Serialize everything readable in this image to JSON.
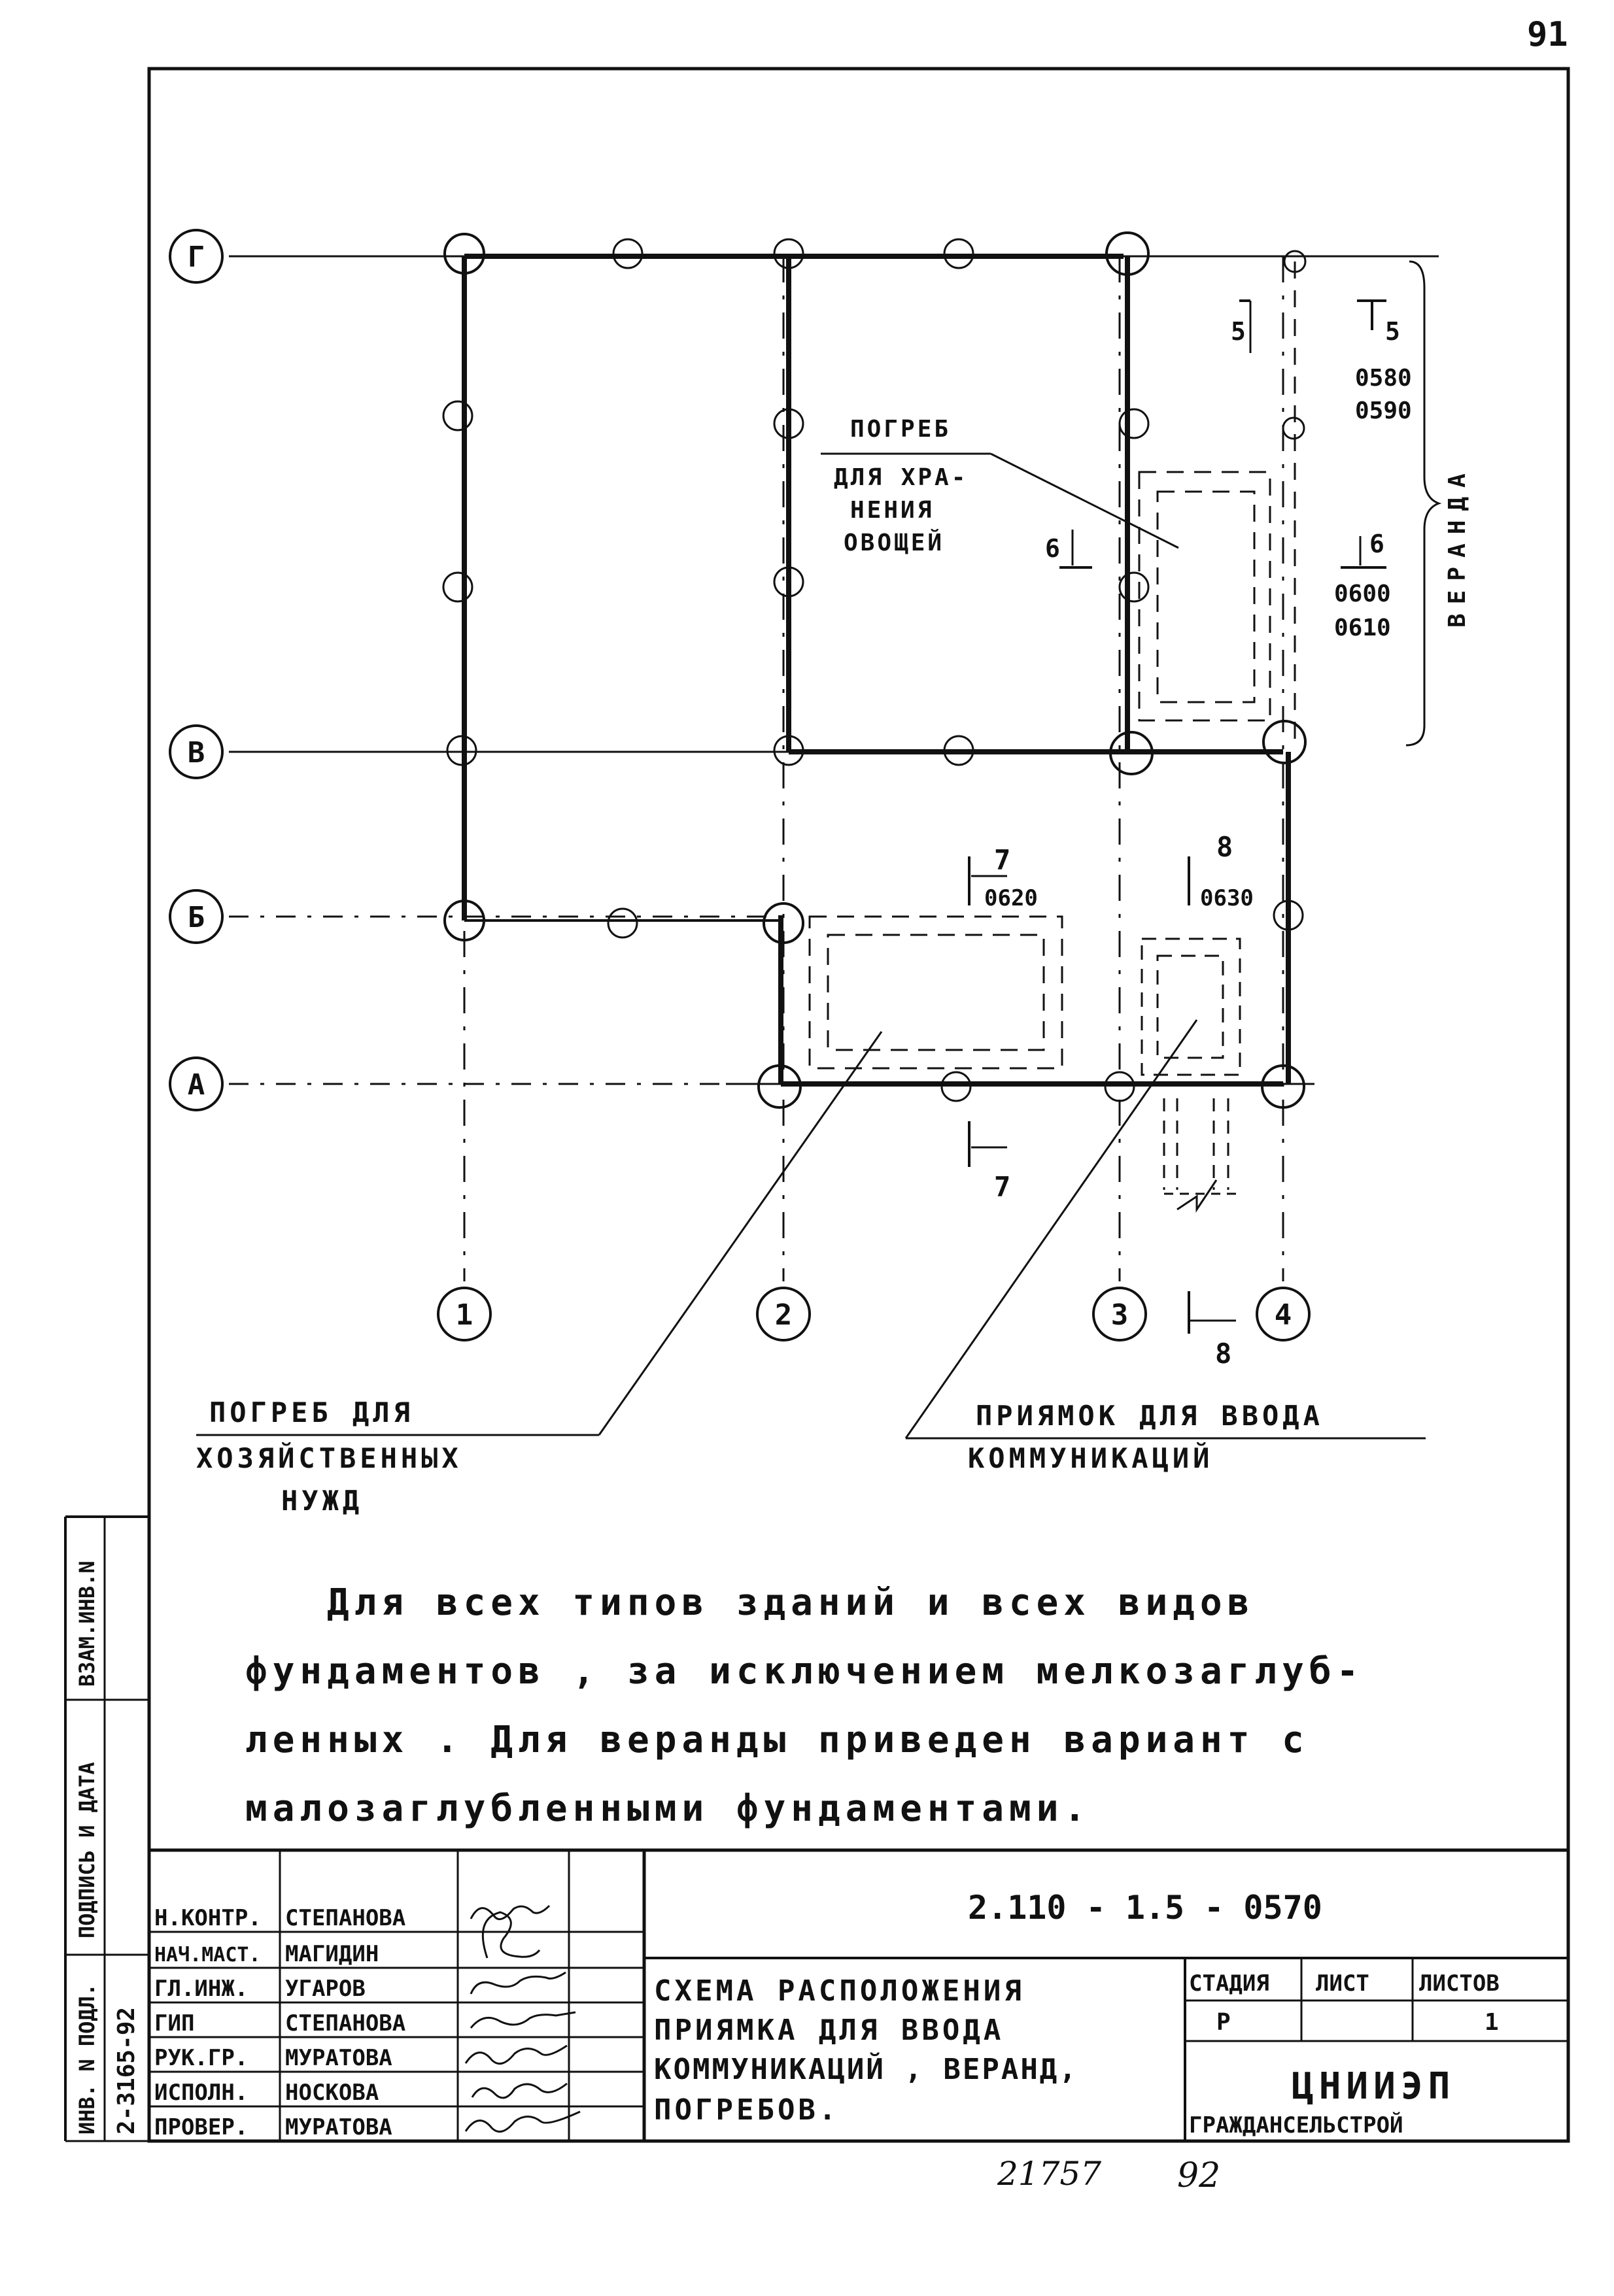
{
  "sheet": {
    "page_number": "91",
    "axes_letters": [
      "Г",
      "В",
      "Б",
      "А"
    ],
    "axes_numbers": [
      "1",
      "2",
      "3",
      "4"
    ]
  },
  "labels": {
    "pogreb_ovoshchi": [
      "ПОГРЕБ",
      "ДЛЯ ХРА-",
      "НЕНИЯ",
      "ОВОЩЕЙ"
    ],
    "veranda": "ВЕРАНДА",
    "pogreb_hoz": [
      "ПОГРЕБ  ДЛЯ",
      "ХОЗЯЙСТВЕННЫХ",
      "НУЖД"
    ],
    "priyamok": [
      "ПРИЯМОК  ДЛЯ  ВВОДА",
      "КОММУНИКАЦИЙ"
    ]
  },
  "sections": {
    "s5_left": "5",
    "s5_right": "5",
    "refs_5": [
      "0580",
      "0590"
    ],
    "s6_left": "6",
    "s6_right": "6",
    "refs_6": [
      "0600",
      "0610"
    ],
    "s7_top": "7",
    "ref_7": "0620",
    "s7_bottom": "7",
    "s8_top": "8",
    "ref_8": "0630",
    "s8_bottom": "8"
  },
  "note": [
    "Для  всех  типов  зданий  и  всех  видов",
    "фундаментов , за исключением  мелкозаглуб-",
    "ленных . Для веранды приведен  вариант  с",
    "малозаглубленными   фундаментами."
  ],
  "side_stamp": {
    "vzam_inv": "ВЗАМ.ИНВ.N",
    "podpis_data": "ПОДПИСЬ И ДАТА",
    "inv_podl": "ИНВ. N ПОДЛ.",
    "inv_number": "2-3165-92"
  },
  "title_block": {
    "code": "2.110 - 1.5 - 0570",
    "title_lines": [
      "СХЕМА  РАСПОЛОЖЕНИЯ",
      "ПРИЯМКА  ДЛЯ  ВВОДА",
      "КОММУНИКАЦИЙ , ВЕРАНД,",
      "ПОГРЕБОВ."
    ],
    "stage_header": "СТАДИЯ",
    "sheet_header": "ЛИСТ",
    "sheets_header": "ЛИСТОВ",
    "stage": "Р",
    "sheet": "",
    "sheets": "1",
    "org_name": "ЦНИИЭП",
    "org_sub": "ГРАЖДАНСЕЛЬСТРОЙ",
    "staff": [
      {
        "role": "Н.КОНТР.",
        "name": "СТЕПАНОВА"
      },
      {
        "role": "НАЧ.МАСТ.",
        "name": "МАГИДИН"
      },
      {
        "role": "ГЛ.ИНЖ.",
        "name": "УГАРОВ"
      },
      {
        "role": "ГИП",
        "name": "СТЕПАНОВА"
      },
      {
        "role": "РУК.ГР.",
        "name": "МУРАТОВА"
      },
      {
        "role": "ИСПОЛН.",
        "name": "НОСКОВА"
      },
      {
        "role": "ПРОВЕР.",
        "name": "МУРАТОВА"
      }
    ]
  },
  "footer": {
    "num1": "21757",
    "num2": "92"
  }
}
